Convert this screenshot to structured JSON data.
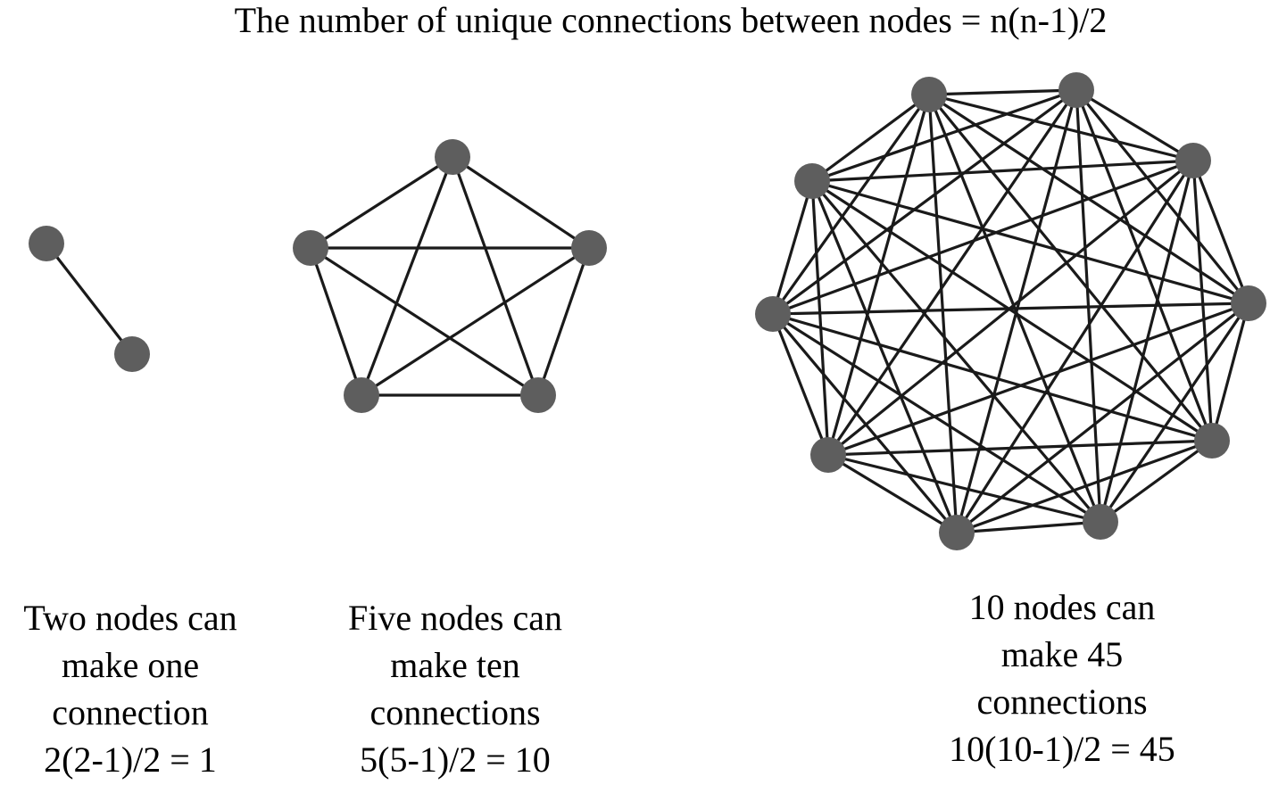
{
  "title": "The number of unique connections between nodes = n(n-1)/2",
  "graphs": [
    {
      "id": "two-nodes",
      "node_count": 2,
      "connections": 1,
      "caption_lines": [
        "Two nodes can",
        "make one",
        "connection",
        "2(2-1)/2 = 1"
      ]
    },
    {
      "id": "five-nodes",
      "node_count": 5,
      "connections": 10,
      "caption_lines": [
        "Five nodes can",
        "make ten",
        "connections",
        "5(5-1)/2 = 10"
      ]
    },
    {
      "id": "ten-nodes",
      "node_count": 10,
      "connections": 45,
      "caption_lines": [
        "10 nodes can",
        "make 45",
        "connections",
        "10(10-1)/2 = 45"
      ]
    }
  ],
  "colors": {
    "node": "#5e5e5e",
    "edge": "#1a1a1a",
    "text": "#000000",
    "background": "#ffffff"
  }
}
